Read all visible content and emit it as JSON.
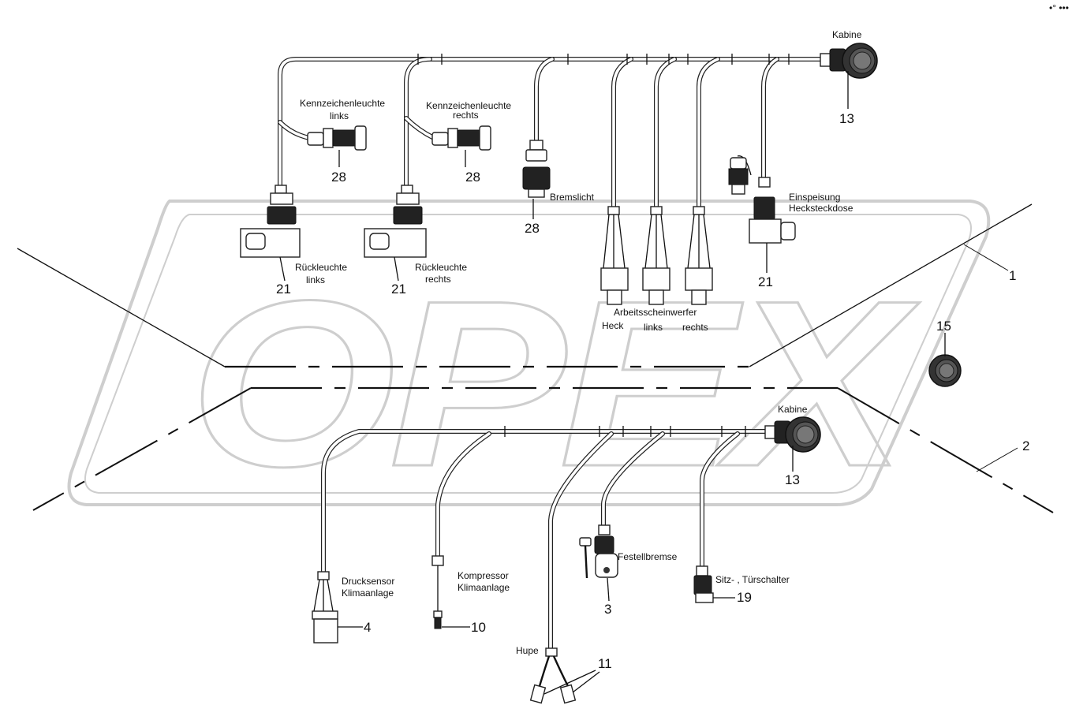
{
  "watermark": {
    "text": "OPEX"
  },
  "corner_mark": "•° •••",
  "labels": {
    "kabine_top": "Kabine",
    "kabine_bottom": "Kabine",
    "kennzeichen_links_1": "Kennzeichenleuchte",
    "kennzeichen_links_2": "links",
    "kennzeichen_rechts_1": "Kennzeichenleuchte",
    "kennzeichen_rechts_2": "rechts",
    "bremslicht": "Bremslicht",
    "einspeisung_1": "Einspeisung",
    "einspeisung_2": "Hecksteckdose",
    "rueckleuchte_links_1": "Rückleuchte",
    "rueckleuchte_links_2": "links",
    "rueckleuchte_rechts_1": "Rückleuchte",
    "rueckleuchte_rechts_2": "rechts",
    "arbeitsscheinwerfer": "Arbeitsscheinwerfer",
    "heck": "Heck",
    "links": "links",
    "rechts": "rechts",
    "drucksensor_1": "Drucksensor",
    "drucksensor_2": "Klimaanlage",
    "kompressor_1": "Kompressor",
    "kompressor_2": "Klimaanlage",
    "festellbremse": "Festellbremse",
    "sitz_tuerschalter": "Sitz- , Türschalter",
    "hupe": "Hupe"
  },
  "callouts": {
    "c13_top": "13",
    "c13_bottom": "13",
    "c28_a": "28",
    "c28_b": "28",
    "c28_c": "28",
    "c21_a": "21",
    "c21_b": "21",
    "c21_c": "21",
    "c1": "1",
    "c2": "2",
    "c15": "15",
    "c4": "4",
    "c10": "10",
    "c3": "3",
    "c19": "19",
    "c11": "11"
  }
}
